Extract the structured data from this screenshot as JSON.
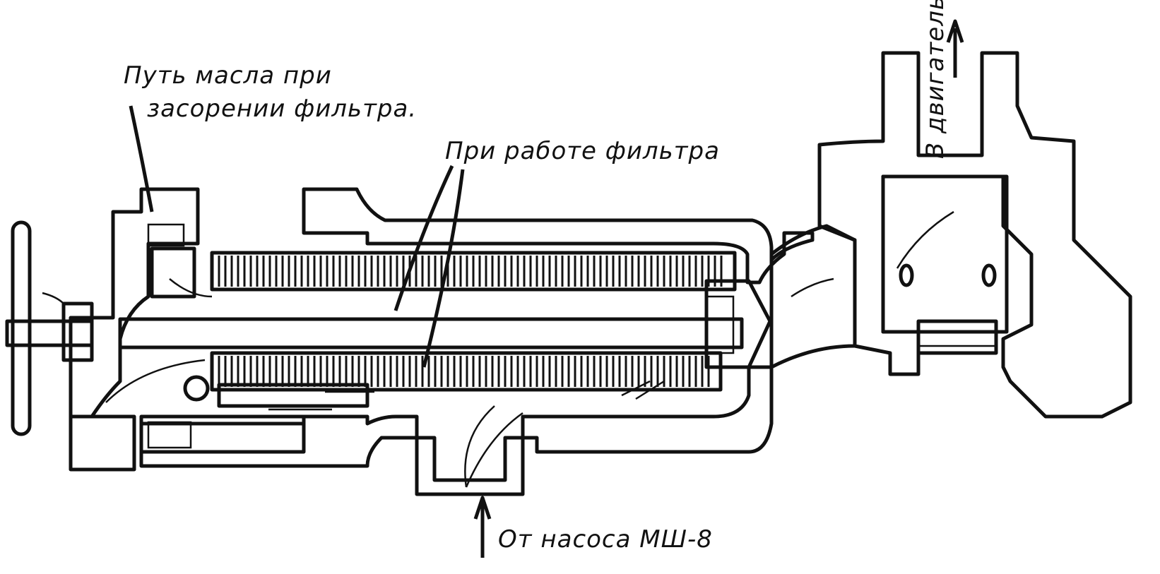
{
  "labels": {
    "bypass_path": [
      "Путь масла при",
      "засорении фильтра."
    ],
    "filter_working": "При работе фильтра",
    "to_engine": "В двигатель",
    "from_pump": "От насоса МШ-8"
  },
  "colors": {
    "ink": "#111111",
    "paper": "#ffffff"
  }
}
